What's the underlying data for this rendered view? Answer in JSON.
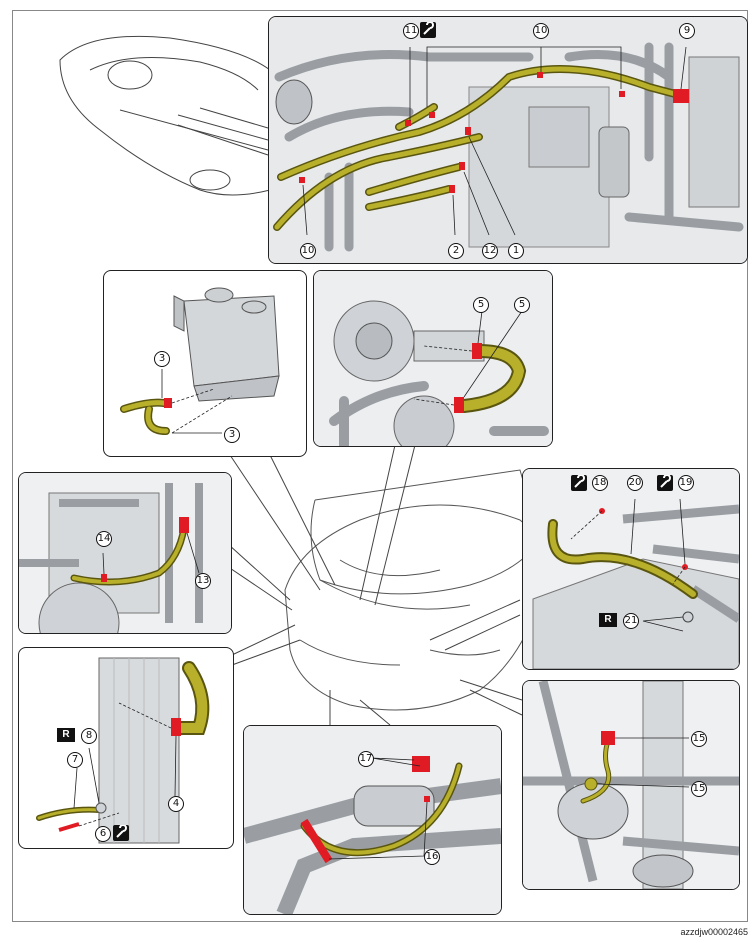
{
  "document_id": "azzdjw00002465",
  "colors": {
    "hose": "#b8b02a",
    "hose_dark": "#5a5610",
    "clamp": "#e01b24",
    "metal": "#cfd2d6",
    "metal_dark": "#6d7176",
    "outline": "#222222"
  },
  "icons": {
    "wrench": "wrench-icon",
    "replace": "R"
  },
  "panels": {
    "top": {
      "callouts": [
        "11",
        "10",
        "9",
        "10",
        "2",
        "12",
        "1"
      ]
    },
    "reservoir": {
      "callouts": [
        "3",
        "3"
      ]
    },
    "pump": {
      "callouts": [
        "5",
        "5"
      ]
    },
    "left_mid": {
      "callouts": [
        "14",
        "13"
      ]
    },
    "left_lower": {
      "callouts": [
        "8",
        "7",
        "4",
        "6"
      ],
      "replace_label": "R"
    },
    "bottom_center": {
      "callouts": [
        "17",
        "16"
      ]
    },
    "right_mid": {
      "callouts": [
        "18",
        "20",
        "19",
        "21"
      ],
      "replace_label": "R"
    },
    "right_lower": {
      "callouts": [
        "15",
        "15"
      ]
    }
  }
}
